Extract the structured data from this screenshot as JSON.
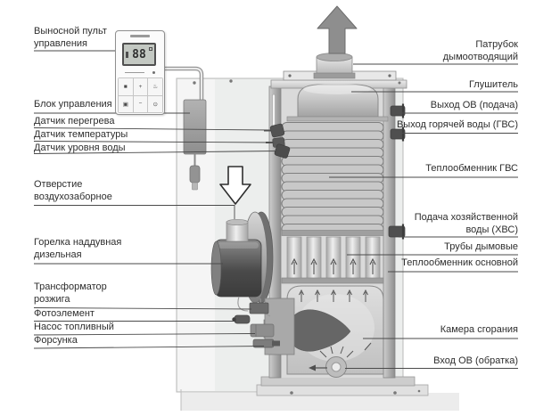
{
  "diagram": {
    "left_labels": [
      {
        "text": "Выносной пульт управления"
      },
      {
        "text": "Блок управления"
      },
      {
        "text": "Датчик перегрева"
      },
      {
        "text": "Датчик температуры"
      },
      {
        "text": "Датчик уровня воды"
      },
      {
        "text": "Отверстие воздухозаборное"
      },
      {
        "text": "Горелка наддувная дизельная"
      },
      {
        "text": "Трансформатор розжига"
      },
      {
        "text": "Фотоэлемент"
      },
      {
        "text": "Насос топливный"
      },
      {
        "text": "Форсунка"
      }
    ],
    "right_labels": [
      {
        "text": "Патрубок дымоотводящий"
      },
      {
        "text": "Глушитель"
      },
      {
        "text": "Выход ОВ (подача)"
      },
      {
        "text": "Выход горячей воды (ГВС)"
      },
      {
        "text": "Теплообменник ГВС"
      },
      {
        "text": "Подача хозяйственной воды (ХВС)"
      },
      {
        "text": "Трубы дымовые"
      },
      {
        "text": "Теплообменник основной"
      },
      {
        "text": "Камера сгорания"
      },
      {
        "text": "Вход ОВ (обратка)"
      }
    ],
    "remote": {
      "display": "88",
      "buttons": [
        {
          "name": "mode-icon",
          "glyph": "■"
        },
        {
          "name": "plus-icon",
          "glyph": "+"
        },
        {
          "name": "dhw-icon",
          "glyph": "♨"
        },
        {
          "name": "program-icon",
          "glyph": "▣"
        },
        {
          "name": "minus-icon",
          "glyph": "−"
        },
        {
          "name": "power-icon",
          "glyph": "⊙"
        }
      ]
    },
    "colors": {
      "leader_line": "#4a4a4a",
      "label_text": "#2e2e2e",
      "casing": "#eceeed",
      "metal": "#c8c8c8",
      "dark_metal": "#4f4f4f",
      "flame": "#666666",
      "background": "#ffffff"
    }
  }
}
